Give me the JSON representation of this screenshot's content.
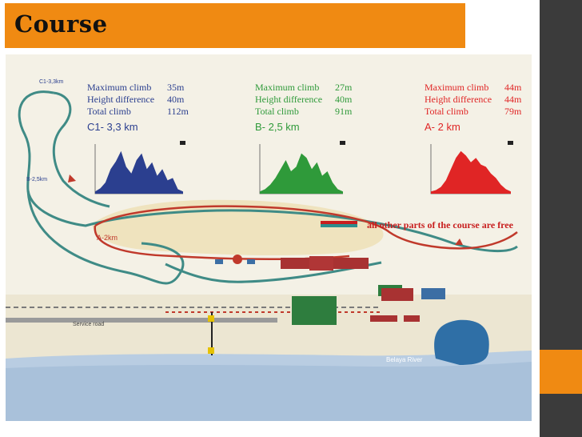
{
  "slide": {
    "title": "Course"
  },
  "routes": [
    {
      "id": "C1",
      "color": "#2b3f8f",
      "max_climb_label": "Maximum climb",
      "max_climb_value": "35m",
      "height_diff_label": "Height difference",
      "height_diff_value": "40m",
      "total_climb_label": "Total climb",
      "total_climb_value": "112m",
      "name": "C1- 3,3 km"
    },
    {
      "id": "B",
      "color": "#2f9a3a",
      "max_climb_label": "Maximum climb",
      "max_climb_value": "27m",
      "height_diff_label": "Height difference",
      "height_diff_value": "40m",
      "total_climb_label": "Total climb",
      "total_climb_value": "91m",
      "name": "B- 2,5 km"
    },
    {
      "id": "A",
      "color": "#e02525",
      "max_climb_label": "Maximum climb",
      "max_climb_value": "44m",
      "height_diff_label": "Height difference",
      "height_diff_value": "44m",
      "total_climb_label": "Total climb",
      "total_climb_value": "79m",
      "name": "A- 2 km"
    }
  ],
  "elevation_profiles": [
    {
      "route": "C1",
      "values": [
        0.05,
        0.12,
        0.25,
        0.55,
        0.72,
        0.95,
        0.6,
        0.45,
        0.75,
        0.9,
        0.55,
        0.7,
        0.4,
        0.55,
        0.3,
        0.35,
        0.1,
        0.05
      ]
    },
    {
      "route": "B",
      "values": [
        0.05,
        0.1,
        0.2,
        0.35,
        0.55,
        0.75,
        0.5,
        0.6,
        0.9,
        0.8,
        0.55,
        0.7,
        0.4,
        0.5,
        0.25,
        0.1,
        0.05
      ]
    },
    {
      "route": "A",
      "values": [
        0.05,
        0.08,
        0.15,
        0.3,
        0.55,
        0.8,
        0.95,
        0.85,
        0.7,
        0.8,
        0.65,
        0.6,
        0.45,
        0.35,
        0.2,
        0.1,
        0.05
      ]
    }
  ],
  "map_labels": {
    "c1_marker": "C1-3,3km",
    "b_marker": "B-2,5km",
    "a_marker": "A-2km",
    "service_road": "Service road",
    "river": "Belaya River"
  },
  "legend": {
    "text": "all other parts of the course are free",
    "colors": [
      "#c81e1e",
      "#2c8d8d"
    ]
  },
  "colors": {
    "accent": "#f08a12",
    "side_bar": "#3b3b3b",
    "map_background": "#f4f1e6",
    "course_sand": "#efe3be",
    "water": "#2f6fa6",
    "track_red": "#c0392b",
    "track_teal": "#3f8b86"
  }
}
